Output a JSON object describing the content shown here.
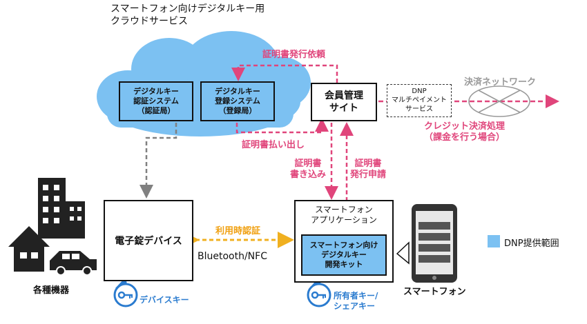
{
  "cloud": {
    "title": "スマートフォン向けデジタルキー用\nクラウドサービス",
    "auth_system": "デジタルキー\n認証システム\n（認証局）",
    "reg_system": "デジタルキー\n登録システム\n（登録局）"
  },
  "member_site": "会員管理\nサイト",
  "dnp_payment": "DNP\nマルチペイメント\nサービス",
  "payment_network": "決済ネットワーク",
  "credit_payment": "クレジット決済処理\n（課金を行う場合）",
  "cert_issue_request": "証明書発行依頼",
  "cert_payout": "証明書払い出し",
  "cert_write": "証明書\n書き込み",
  "cert_apply": "証明書\n発行申請",
  "smartlock": "電子錠デバイス",
  "auth_on_use": "利用時認証",
  "bluetooth": "Bluetooth/NFC",
  "app": {
    "title": "スマートフォン\nアプリケーション",
    "kit": "スマートフォン向け\nデジタルキー\n開発キット"
  },
  "smartphone": "スマートフォン",
  "legend": "DNP提供範囲",
  "devices_label": "各種機器",
  "device_key": "デバイスキー",
  "owner_key": "所有者キー/\nシェアキー",
  "colors": {
    "dnp_blue": "#7cc1f2",
    "pink": "#e0457b",
    "gray": "#808080"
  }
}
